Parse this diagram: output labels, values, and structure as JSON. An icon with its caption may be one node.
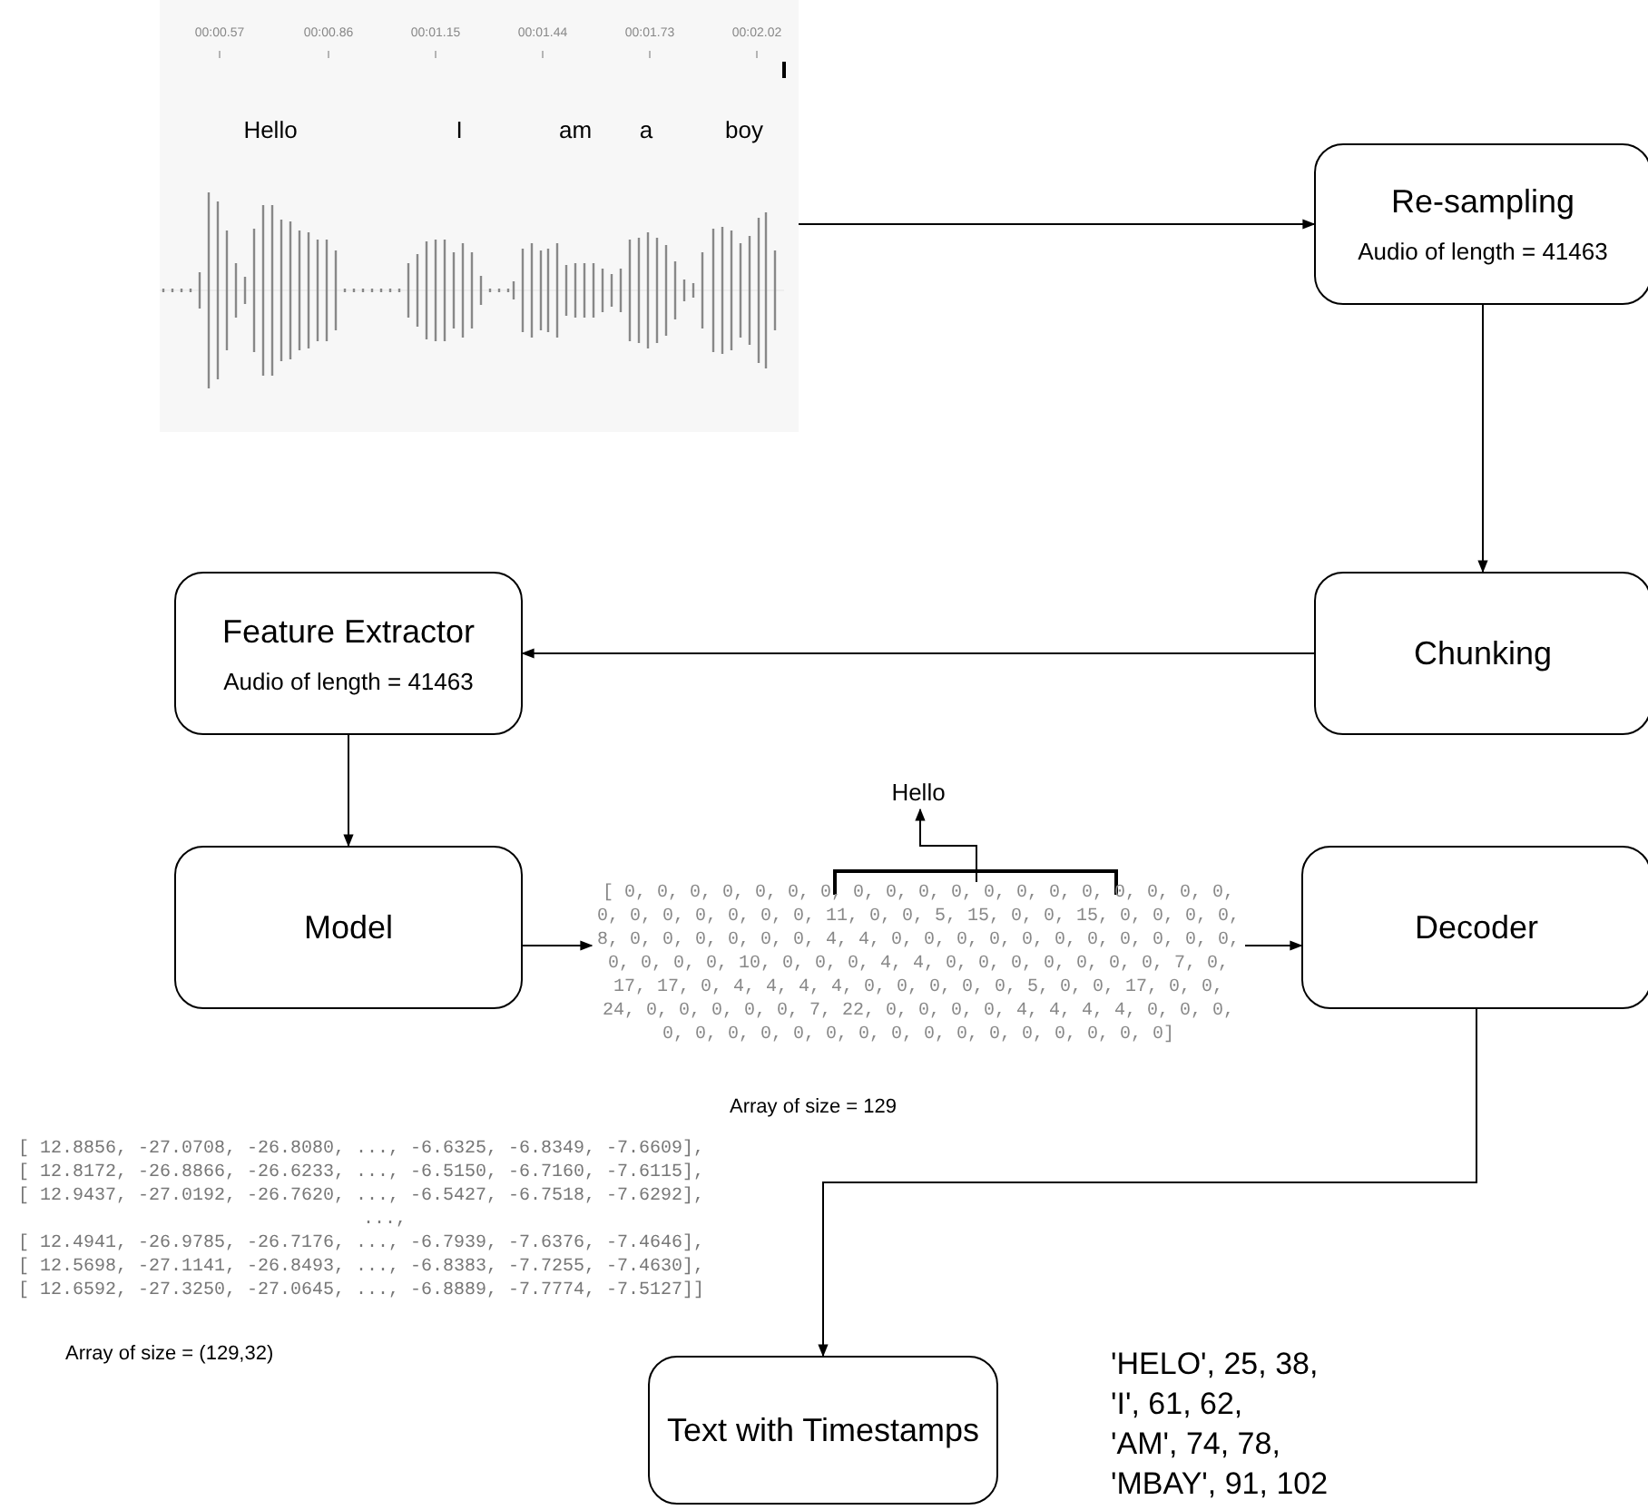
{
  "diagram": {
    "nodes": [
      {
        "text": [],
        "shape": "picture"
      },
      {
        "text": [
          "Re-sampling",
          "Audio of length = 41463"
        ]
      },
      {
        "text": [
          "Chunking"
        ]
      },
      {
        "text": [
          "Feature Extractor",
          "Audio of length = 41463"
        ]
      },
      {
        "text": [
          "Model"
        ]
      },
      {
        "text": [
          "[ 0, 0, 0, 0, 0, 0, 0, 0, 0, 0, 0, 0, 0, 0, 0, 0, 0, 0, 0, 0, 0, 0, 0, 0, 0, 0, 11, 0, 0, 5, 15, 0, 0, 15, 0, 0, 0, 0, 8, 0, 0, 0, 0, 0, 0, 4, 4, 0, 0, 0, 0, 0, 0, 0, 0, 0, 0, 0, 0, 0, 0, 0, 10, 0, 0, 0, 4, 4, 0, 0, 0, 0, 0, 0, 0, 7, 0, 17, 17, 0, 4, 4, 4, 4, 0, 0, 0, 0, 0, 5, 0, 0, 17, 0, 0, 24, 0, 0, 0, 0, 0, 7, 22, 0, 0, 0, 0, 4, 4, 4, 4, 0, 0, 0, 0, 0, 0, 0, 0, 0, 0, 0, 0, 0, 0, 0, 0, 0, 0, 0]"
        ],
        "beside": [
          "Array of size = 129"
        ]
      },
      {
        "text": [
          "Hello"
        ]
      },
      {
        "text": [
          "Decoder"
        ]
      },
      {
        "text": [
          "Text with Timestamps"
        ]
      }
    ],
    "edges": [
      {
        "from": 0,
        "to": 1,
        "arrow": "to"
      },
      {
        "from": 1,
        "to": 2,
        "arrow": "to"
      },
      {
        "from": 2,
        "to": 3,
        "arrow": "to"
      },
      {
        "from": 3,
        "to": 4,
        "arrow": "to"
      },
      {
        "from": 4,
        "to": 5,
        "arrow": "to"
      },
      {
        "from": 5,
        "to": 7,
        "arrow": "to"
      },
      {
        "from": 5,
        "to": 6,
        "arrow": "to"
      },
      {
        "from": 7,
        "to": 8,
        "arrow": "to"
      }
    ],
    "labels": [
      "00:00.57",
      "00:00.86",
      "00:01.15",
      "00:01.44",
      "00:01.73",
      "00:02.02",
      "Hello",
      "I",
      "am",
      "a",
      "boy",
      "[ 12.8856, -27.0708, -26.8080, ..., -6.6325, -6.8349, -7.6609],",
      "[ 12.8172, -26.8866, -26.6233, ..., -6.5150, -6.7160, -7.6115],",
      "[ 12.9437, -27.0192, -26.7620, ..., -6.5427, -6.7518, -7.6292],",
      "...,",
      "[ 12.4941, -26.9785, -26.7176, ..., -6.7939, -7.6376, -7.4646],",
      "[ 12.5698, -27.1141, -26.8493, ..., -6.8383, -7.7255, -7.4630],",
      "[ 12.6592, -27.3250, -27.0645, ..., -6.8889, -7.7774, -7.5127]]",
      "Array of size = (129,32)",
      "'HELO', 25, 38,",
      "'I', 61, 62,",
      "'AM', 74, 78,",
      "'MBAY', 91, 102"
    ]
  }
}
